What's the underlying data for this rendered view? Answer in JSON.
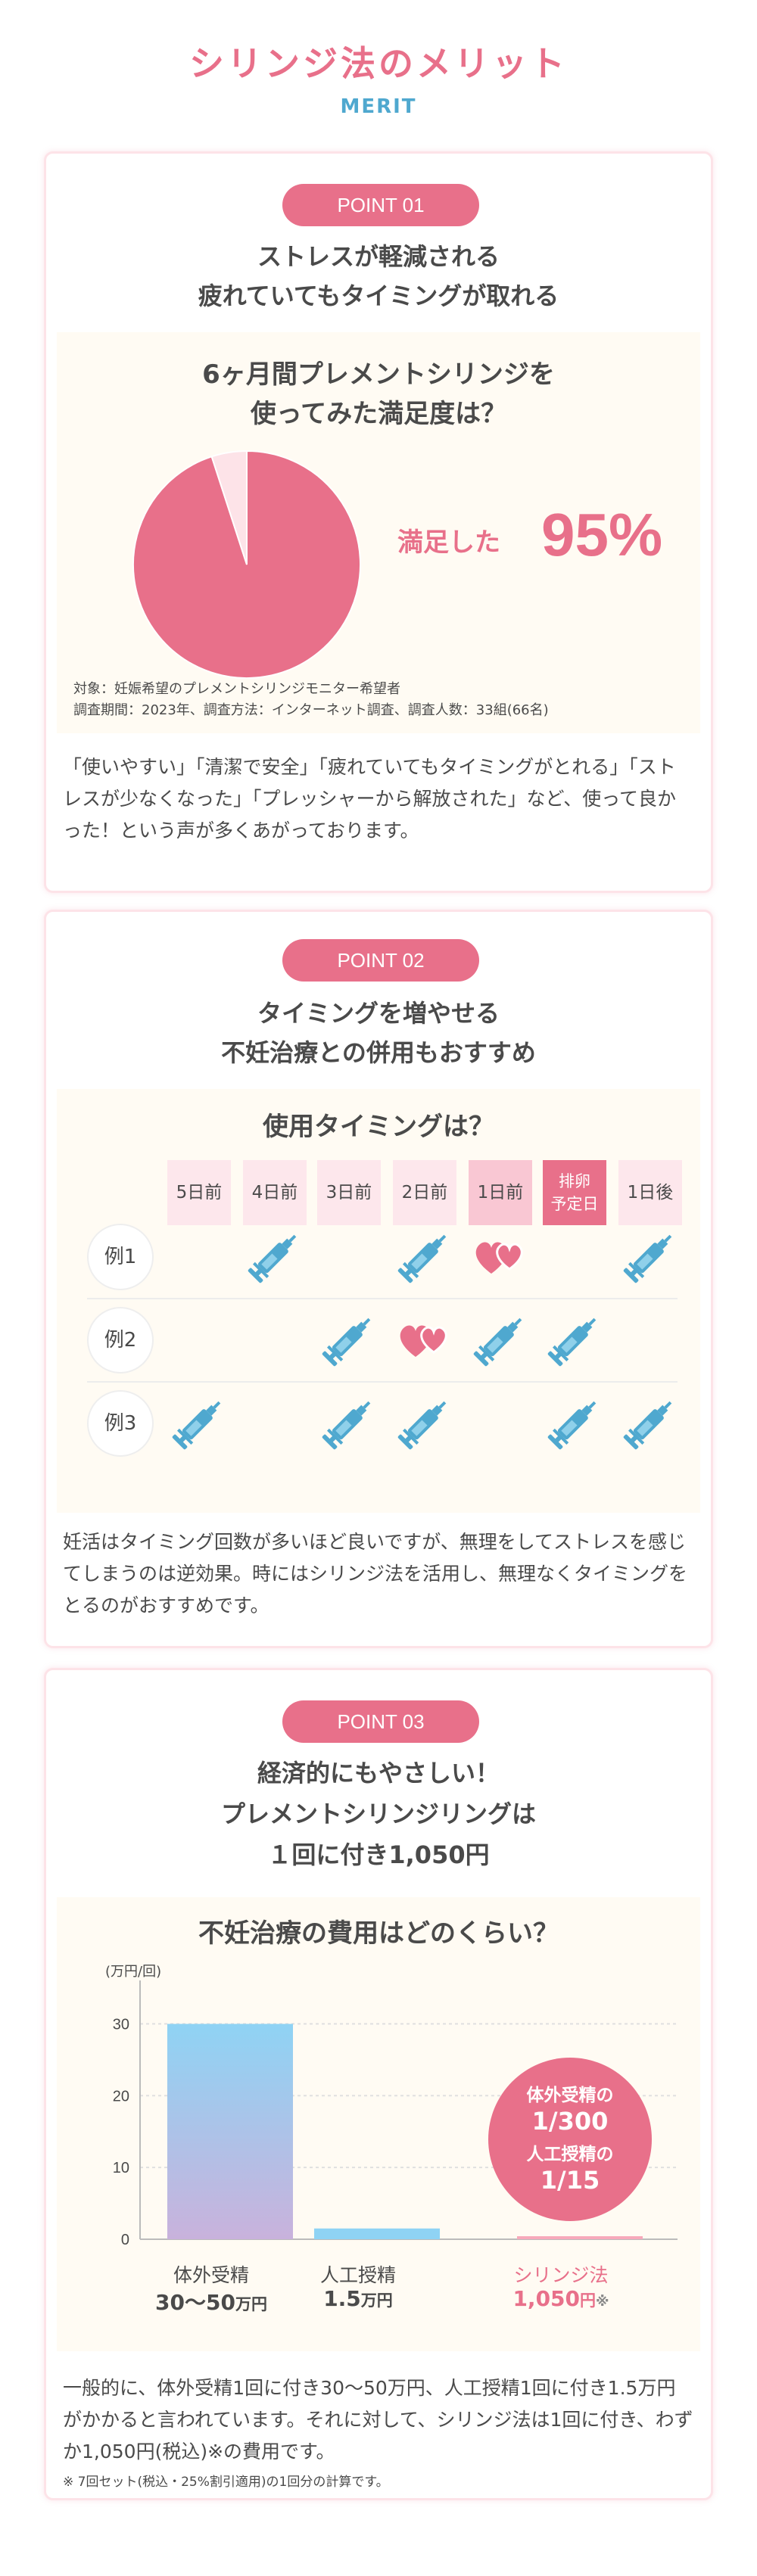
{
  "header": {
    "title": "シリンジ法のメリット",
    "subtitle": "MERIT"
  },
  "point1": {
    "badge": "POINT 01",
    "title_line1": "ストレスが軽減される",
    "title_line2": "疲れていてもタイミングが取れる",
    "panel_title_line1": "6ヶ月間プレメントシリンジを",
    "panel_title_line2": "使ってみた満足度は？",
    "satisfied_label": "満足した",
    "satisfied_value": "95%",
    "survey_target": "対象：妊娠希望のプレメントシリンジモニター希望者",
    "survey_method": "調査期間：2023年、調査方法：インターネット調査、調査人数：33組(66名)",
    "body": "「使いやすい」「清潔で安全」「疲れていてもタイミングがとれる」「ストレスが少なくなった」「プレッシャーから解放された」など、使って良かった！という声が多くあがっております。"
  },
  "point2": {
    "badge": "POINT 02",
    "title_line1": "タイミングを増やせる",
    "title_line2": "不妊治療との併用もおすすめ",
    "panel_title": "使用タイミングは？",
    "days": [
      "5日前",
      "4日前",
      "3日前",
      "2日前",
      "1日前",
      "排卵\n予定日",
      "1日後"
    ],
    "examples": [
      {
        "label": "例1",
        "marks": [
          "",
          "syringe",
          "",
          "syringe",
          "heart",
          "",
          "syringe"
        ]
      },
      {
        "label": "例2",
        "marks": [
          "",
          "",
          "syringe",
          "heart",
          "syringe",
          "syringe",
          ""
        ]
      },
      {
        "label": "例3",
        "marks": [
          "syringe",
          "",
          "syringe",
          "syringe",
          "",
          "syringe",
          "syringe"
        ]
      }
    ],
    "body": "妊活はタイミング回数が多いほど良いですが、無理をしてストレスを感じてしまうのは逆効果。時にはシリンジ法を活用し、無理なくタイミングをとるのがおすすめです。"
  },
  "point3": {
    "badge": "POINT 03",
    "title_line1": "経済的にもやさしい！",
    "title_line2": "プレメントシリンジリングは",
    "title_line3": "１回に付き1,050円",
    "panel_title": "不妊治療の費用はどのくらい？",
    "bubble_line1": "体外受精の",
    "bubble_line2": "1/300",
    "bubble_line3": "人工授精の",
    "bubble_line4": "1/15",
    "bars": [
      {
        "category": "体外受精",
        "price": "30〜50",
        "unit": "万円",
        "suffix": ""
      },
      {
        "category": "人工授精",
        "price": "1.5",
        "unit": "万円",
        "suffix": ""
      },
      {
        "category": "シリンジ法",
        "price": "1,050",
        "unit": "円",
        "suffix": "※"
      }
    ],
    "body": "一般的に、体外受精1回に付き30〜50万円、人工授精1回に付き1.5万円がかかると言われています。それに対して、シリンジ法は1回に付き、わずか1,050円(税込)※の費用です。",
    "footnote": "※ 7回セット(税込・25%割引適用)の1回分の計算です。"
  },
  "chart_data": [
    {
      "type": "pie",
      "title": "6ヶ月間プレメントシリンジを使ってみた満足度は？",
      "categories": [
        "満足した",
        ""
      ],
      "values": [
        95,
        5
      ],
      "colors": [
        "#e8708a",
        "#fde3e8"
      ]
    },
    {
      "type": "bar",
      "title": "不妊治療の費用はどのくらい？",
      "ylabel": "(万円/回)",
      "categories": [
        "体外受精",
        "人工授精",
        "シリンジ法"
      ],
      "values": [
        30,
        1.5,
        0.105
      ],
      "ylim": [
        0,
        35
      ],
      "yticks": [
        0,
        10,
        20,
        30
      ],
      "grid": true,
      "colors": [
        "#8fd3f4",
        "#8fd3f4",
        "#f7a9bb"
      ]
    }
  ],
  "colors": {
    "accent": "#e8708a",
    "sub": "#4fa8cf",
    "panel": "#fffbf3",
    "syringe": "#4fa8cf"
  }
}
